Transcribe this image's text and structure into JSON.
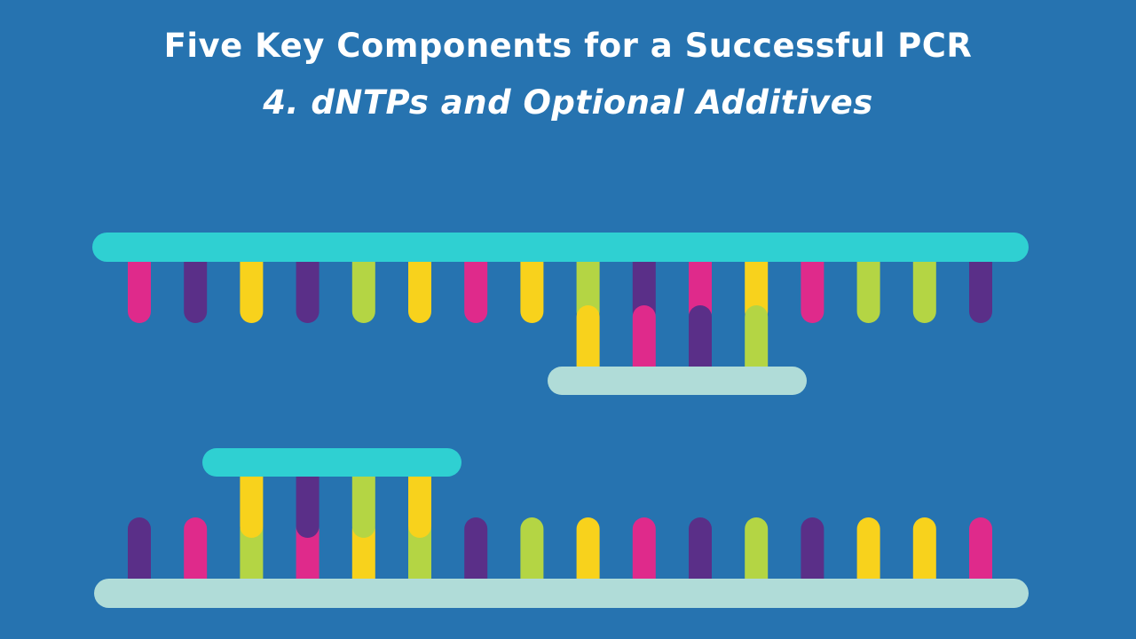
{
  "header": {
    "title": "Five Key Components for a Successful PCR",
    "subtitle": "4. dNTPs and Optional Additives"
  },
  "colors": {
    "background": "#2673b0",
    "strand_template": "#2fd0d2",
    "strand_new": "#b0dcd8",
    "pink": "#df2a8b",
    "purple": "#5a2f88",
    "yellow": "#f8d21c",
    "green": "#b4d544"
  },
  "strands": {
    "top_template_bases": [
      "pink",
      "purple",
      "yellow",
      "purple",
      "green",
      "yellow",
      "pink",
      "yellow",
      "green",
      "purple",
      "pink",
      "yellow",
      "pink",
      "green",
      "green",
      "purple"
    ],
    "top_primer_bases": [
      "yellow",
      "pink",
      "purple",
      "green"
    ],
    "bottom_template_bases": [
      "purple",
      "pink",
      "green",
      "pink",
      "yellow",
      "green",
      "purple",
      "green",
      "yellow",
      "pink",
      "purple",
      "green",
      "purple",
      "yellow",
      "yellow",
      "pink"
    ],
    "bottom_primer_bases": [
      "yellow",
      "purple",
      "green",
      "yellow"
    ]
  }
}
